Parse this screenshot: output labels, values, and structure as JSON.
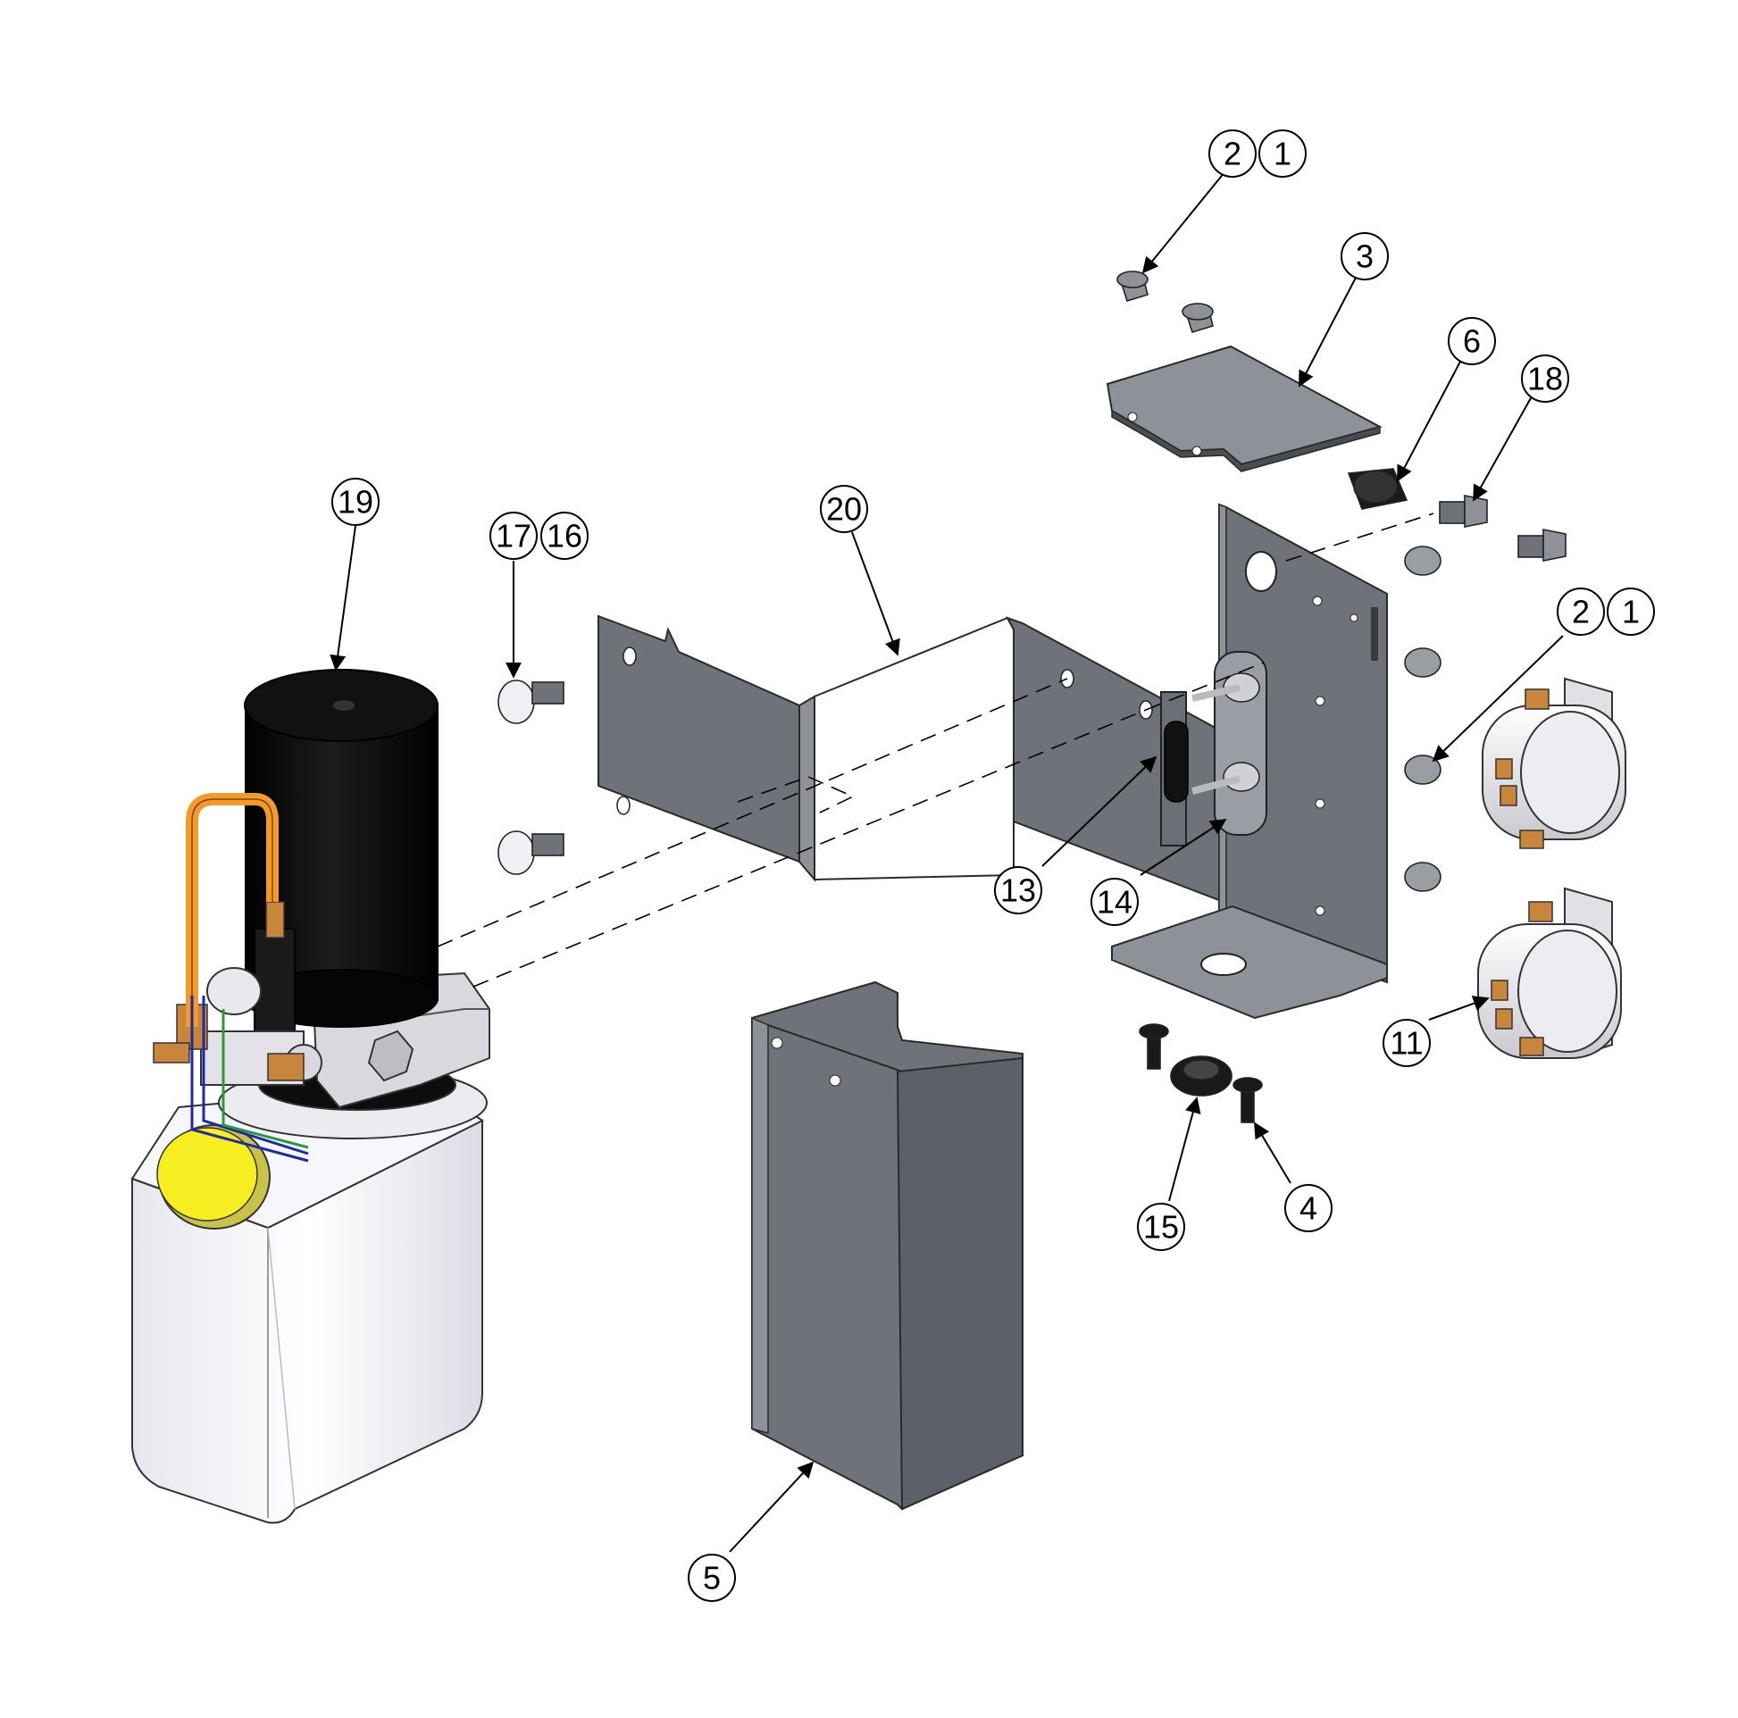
{
  "colors": {
    "background": "#ffffff",
    "sheet_metal": "#6f7278",
    "sheet_metal_dark": "#4a4d53",
    "sheet_metal_light": "#8e9197",
    "motor": "#0d0d0d",
    "reservoir": "#f2f2f6",
    "hose": "#f39a2a",
    "brass": "#c8863c",
    "cap": "#f6ee20",
    "wire_blue": "#1c2aa8",
    "wire_green": "#2a9a3a",
    "solenoid": "#e9e9ec"
  },
  "icons": [
    "arrowhead-icon"
  ],
  "callouts": [
    {
      "id": "c-2-top",
      "label": "2"
    },
    {
      "id": "c-1-top",
      "label": "1"
    },
    {
      "id": "c-3",
      "label": "3"
    },
    {
      "id": "c-6",
      "label": "6"
    },
    {
      "id": "c-18",
      "label": "18"
    },
    {
      "id": "c-19",
      "label": "19"
    },
    {
      "id": "c-17",
      "label": "17"
    },
    {
      "id": "c-16",
      "label": "16"
    },
    {
      "id": "c-20",
      "label": "20"
    },
    {
      "id": "c-2-mid",
      "label": "2"
    },
    {
      "id": "c-1-mid",
      "label": "1"
    },
    {
      "id": "c-13",
      "label": "13"
    },
    {
      "id": "c-14",
      "label": "14"
    },
    {
      "id": "c-11",
      "label": "11"
    },
    {
      "id": "c-4",
      "label": "4"
    },
    {
      "id": "c-15",
      "label": "15"
    },
    {
      "id": "c-5",
      "label": "5"
    }
  ]
}
